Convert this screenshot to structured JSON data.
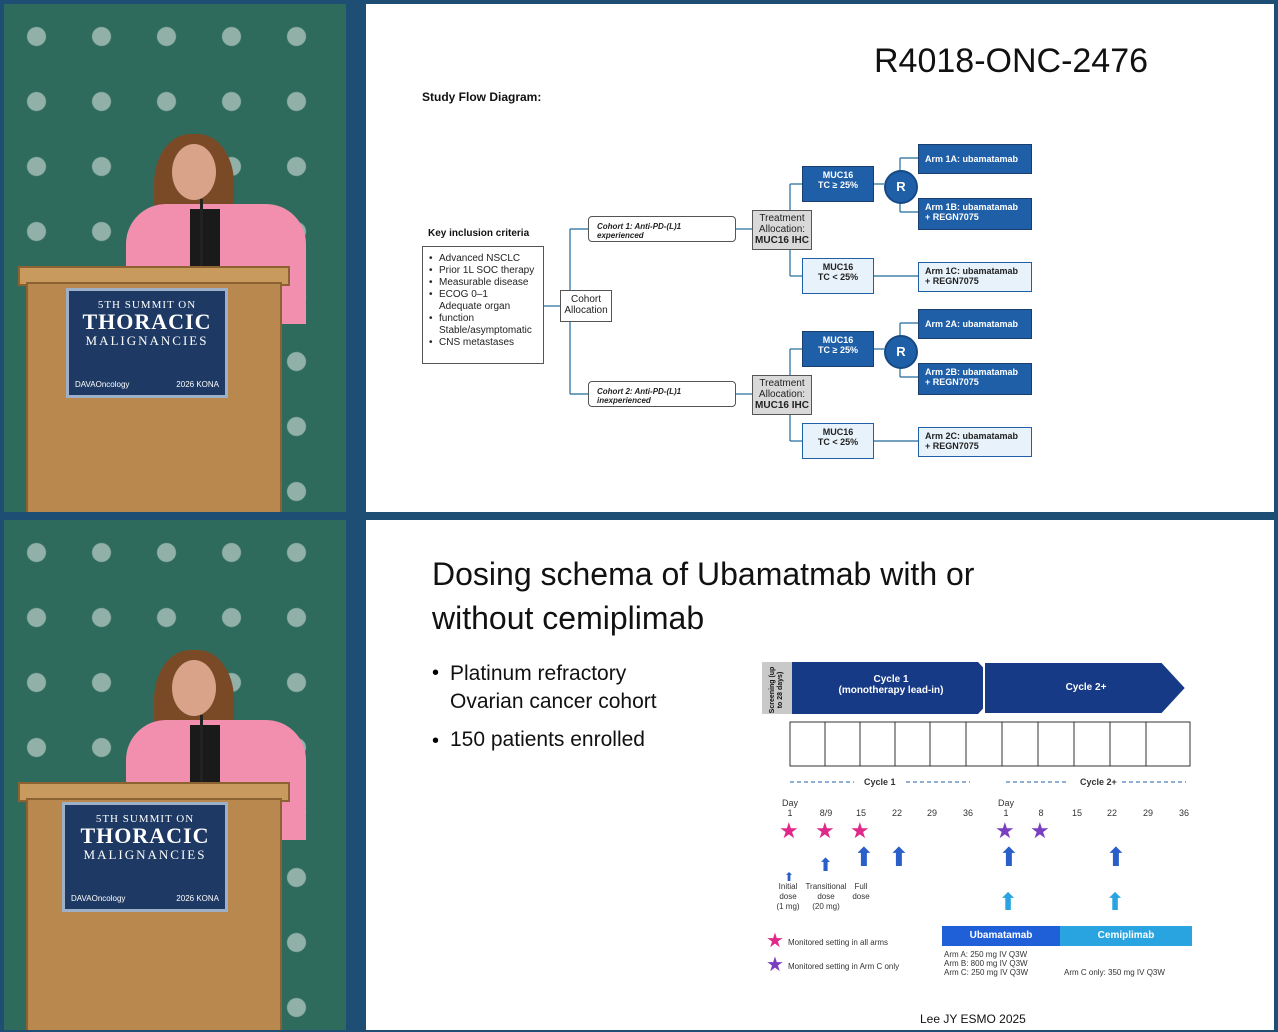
{
  "top_slide": {
    "study_code": "R4018-ONC-2476",
    "heading": "Study Flow Diagram:",
    "inclusion_title": "Key inclusion criteria",
    "inclusion_items": [
      "Advanced NSCLC",
      "Prior 1L SOC therapy",
      "Measurable disease",
      "ECOG 0–1",
      "Adequate organ function",
      "Stable/asymptomatic CNS metastases"
    ],
    "cohort_allocation": "Cohort Allocation",
    "cohort1": "Cohort 1: Anti-PD-(L)1 experienced",
    "cohort2": "Cohort 2: Anti-PD-(L)1 inexperienced",
    "treatment_allocation_1": "Treatment",
    "treatment_allocation_2": "Allocation:",
    "treatment_allocation_3": "MUC16 IHC",
    "muc16_high_1": "MUC16",
    "muc16_high_2": "TC ≥ 25%",
    "muc16_low_1": "MUC16",
    "muc16_low_2": "TC < 25%",
    "r": "R",
    "arm1a": "Arm 1A: ubamatamab",
    "arm1b_1": "Arm 1B: ubamatamab",
    "arm1b_2": "+ REGN7075",
    "arm1c_1": "Arm 1C: ubamatamab",
    "arm1c_2": "+ REGN7075",
    "arm2a": "Arm 2A: ubamatamab",
    "arm2b_1": "Arm 2B: ubamatamab",
    "arm2b_2": "+ REGN7075",
    "arm2c_1": "Arm 2C: ubamatamab",
    "arm2c_2": "+ REGN7075"
  },
  "bottom_slide": {
    "title_line1": "Dosing schema of Ubamatmab with or",
    "title_line2": "without cemiplimab",
    "bullet1_line1": "Platinum refractory",
    "bullet1_line2": "Ovarian cancer cohort",
    "bullet2": "150 patients enrolled",
    "screening": "Screening (up to 28 days)",
    "cycle1_line1": "Cycle 1",
    "cycle1_line2": "(monotherapy lead-in)",
    "cycle2": "Cycle 2+",
    "cycle1_label": "Cycle 1",
    "cycle2_label": "Cycle 2+",
    "day_word": "Day",
    "days_c1": [
      "1",
      "8/9",
      "15",
      "22",
      "29",
      "36"
    ],
    "days_c2": [
      "1",
      "8",
      "15",
      "22",
      "29",
      "36"
    ],
    "dose_initial": [
      "Initial",
      "dose",
      "(1 mg)"
    ],
    "dose_transitional": [
      "Transitional",
      "dose",
      "(20 mg)"
    ],
    "dose_full": [
      "Full",
      "dose"
    ],
    "legend_all": "Monitored setting in all arms",
    "legend_armc": "Monitored setting in Arm C only",
    "bar_ubamatamab": "Ubamatamab",
    "bar_cemiplimab": "Cemiplimab",
    "arm_a": "Arm A: 250 mg IV Q3W",
    "arm_b": "Arm B: 800 mg IV Q3W",
    "arm_c": "Arm C: 250 mg IV Q3W",
    "arm_c_only": "Arm C only: 350 mg IV Q3W",
    "citation": "Lee JY ESMO 2025"
  },
  "colors": {
    "accent_blue": "#1f5fa8",
    "navy": "#163a86",
    "star_pink": "#e0288a",
    "star_purple": "#7a3fc0",
    "cemiplimab_blue": "#2aa4e0"
  },
  "sign": {
    "line1": "5TH SUMMIT ON",
    "line2": "THORACIC",
    "line3": "MALIGNANCIES",
    "brand": "DAVAOncology",
    "brand2": "2026 KONA"
  }
}
